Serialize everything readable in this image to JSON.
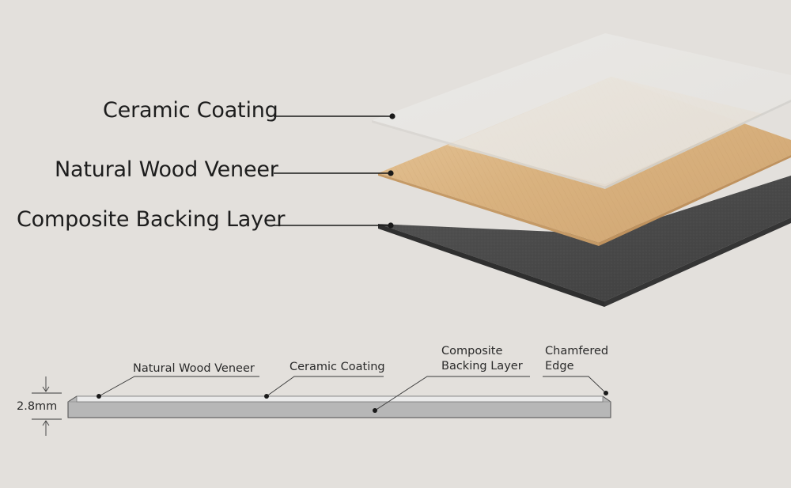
{
  "exploded_view": {
    "labels": [
      {
        "id": "ceramic",
        "text": "Ceramic Coating"
      },
      {
        "id": "veneer",
        "text": "Natural Wood Veneer"
      },
      {
        "id": "backing",
        "text": "Composite Backing Layer"
      }
    ]
  },
  "cross_section": {
    "thickness_label": "2.8mm",
    "labels": {
      "veneer": "Natural Wood Veneer",
      "ceramic": "Ceramic Coating",
      "backing_line1": "Composite",
      "backing_line2": "Backing Layer",
      "chamfer_line1": "Chamfered",
      "chamfer_line2": "Edge"
    }
  },
  "colors": {
    "background": "#e3e0dc",
    "ceramic_layer": "#e9e7e4",
    "wood_veneer": "#dcb88a",
    "backing_layer": "#4a4a4a",
    "section_fill": "#b7b7b7"
  }
}
